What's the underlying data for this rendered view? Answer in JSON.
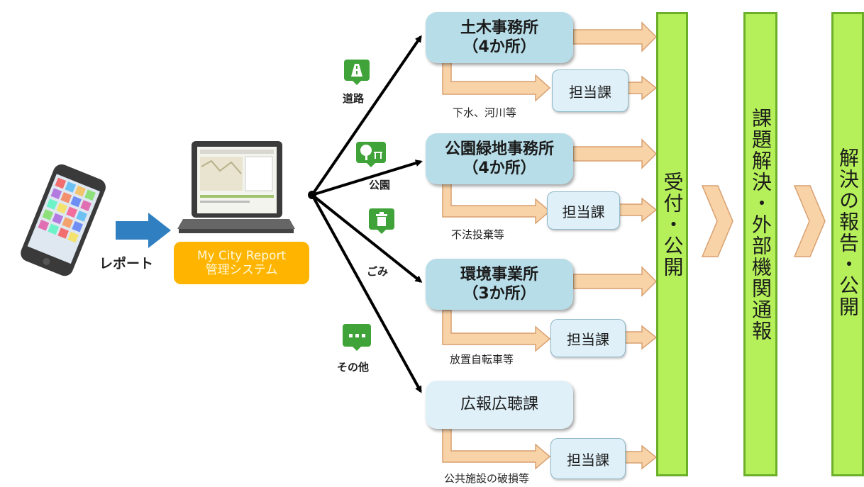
{
  "report_label": "レポート",
  "system": {
    "line1": "My City Report",
    "line2": "管理システム"
  },
  "categories": [
    {
      "label": "道路",
      "icon": "road-icon"
    },
    {
      "label": "公園",
      "icon": "park-icon"
    },
    {
      "label": "ごみ",
      "icon": "trash-icon"
    },
    {
      "label": "その他",
      "icon": "other-icon"
    }
  ],
  "offices": [
    {
      "line1": "土木事務所",
      "line2": "（4か所）",
      "sub": "下水、河川等"
    },
    {
      "line1": "公園緑地事務所",
      "line2": "（4か所）",
      "sub": "不法投棄等"
    },
    {
      "line1": "環境事業所",
      "line2": "（3か所）",
      "sub": "放置自転車等"
    },
    {
      "line1": "広報広聴課",
      "line2": "",
      "sub": "公共施設の破損等"
    }
  ],
  "tanto_label": "担当課",
  "stages": [
    {
      "text": "受付・公開"
    },
    {
      "text": "課題解決・外部機関通報"
    },
    {
      "text": "解決の報告・公開"
    }
  ],
  "colors": {
    "bar_fill": "#b5f05a",
    "bar_border": "#6cb02a",
    "system": "#ffb500",
    "office": "#b7dde8",
    "arrow": "#f8d3a8",
    "icon_green": "#3fa33a"
  }
}
